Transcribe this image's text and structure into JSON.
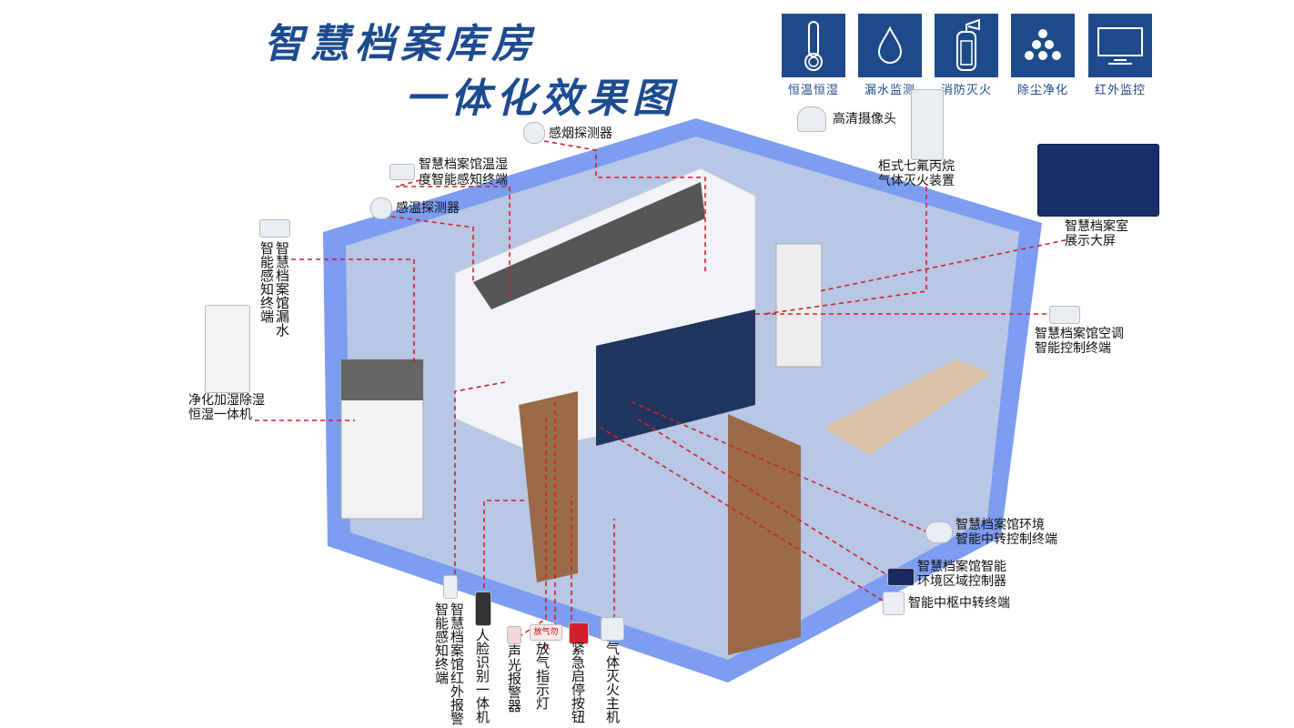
{
  "title": {
    "line1": "智慧档案库房",
    "line2": "一体化效果图"
  },
  "features": [
    {
      "label": "恒温恒湿",
      "icon": "thermometer-icon"
    },
    {
      "label": "漏水监测",
      "icon": "water-drop-icon"
    },
    {
      "label": "消防灭火",
      "icon": "fire-extinguisher-icon"
    },
    {
      "label": "除尘净化",
      "icon": "dust-particles-icon"
    },
    {
      "label": "红外监控",
      "icon": "monitor-icon"
    }
  ],
  "labels": {
    "smoke": "感烟探测器",
    "th_terminal": [
      "智慧档案馆温湿",
      "度智能感知终端"
    ],
    "temp": "感温探测器",
    "camera": "高清摄像头",
    "gas_cabinet": [
      "柜式七氟丙烷",
      "气体灭火装置"
    ],
    "screen": [
      "智慧档案室",
      "展示大屏"
    ],
    "ac": [
      "智慧档案馆空调",
      "智能控制终端"
    ],
    "purifier": [
      "净化加湿除湿",
      "恒湿一体机"
    ],
    "leak": "智慧档案馆漏水智能感知终端",
    "leak_col1": "智慧档案馆漏水",
    "leak_col2": "智能感知终端",
    "ir_col1": "智慧档案馆红外报警",
    "ir_col2": "智能感知终端",
    "face": "人脸识别一体机",
    "alarm": "声光报警器",
    "release_light": "放气指示灯",
    "release_sign": "放气勿入",
    "estop": "紧急启停按钮",
    "gas_host": "气体灭火主机",
    "env_relay": [
      "智慧档案馆环境",
      "智能中转控制终端"
    ],
    "zone_ctrl": [
      "智慧档案馆智能",
      "环境区域控制器"
    ],
    "hub": "智能中枢中转终端"
  },
  "colors": {
    "brand": "#1e4a8a",
    "wall": "#7c9df0",
    "leader": "#d0202a"
  }
}
